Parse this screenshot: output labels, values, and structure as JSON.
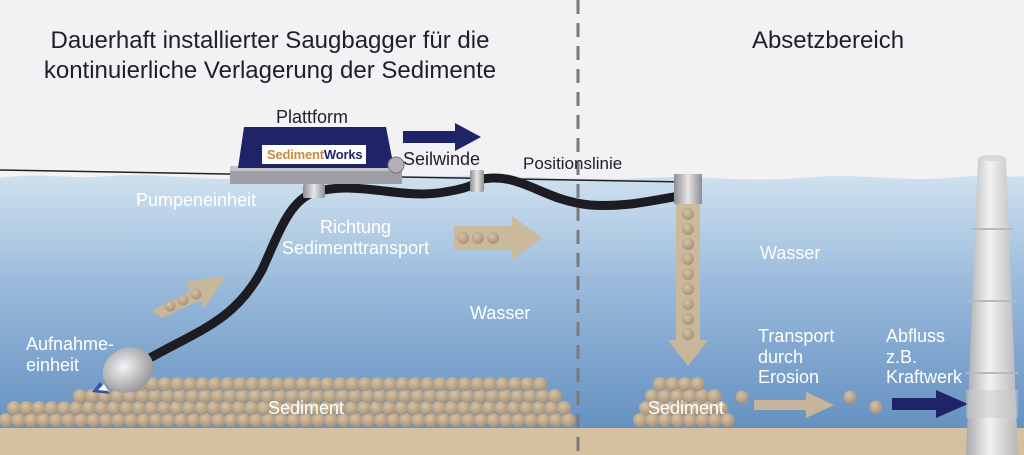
{
  "title_left": "Dauerhaft installierter Saugbagger für die\nkontinuierliche Verlagerung der Sedimente",
  "title_right": "Absetzbereich",
  "labels": {
    "plattform": "Plattform",
    "seilwinde": "Seilwinde",
    "positionslinie": "Positionslinie",
    "pumpeneinheit": "Pumpeneinheit",
    "richtung": "Richtung\nSedimenttransport",
    "wasser_left": "Wasser",
    "wasser_right": "Wasser",
    "aufnahme": "Aufnahme-\neinheit",
    "sediment_left": "Sediment",
    "sediment_right": "Sediment",
    "transport": "Transport\ndurch\nErosion",
    "abfluss": "Abfluss\nz.B.\nKraftwerk"
  },
  "logo": {
    "part1": "Sediment",
    "part2": "Works"
  },
  "colors": {
    "sky": "#f4f1f5",
    "water_top": "#c8dced",
    "water_bottom": "#6f98c6",
    "ground": "#d5c1a0",
    "sediment_ball": "#b4a086",
    "hose": "#1c1c22",
    "platform": "#1f2368",
    "arrow_navy": "#1f2368",
    "arrow_tan": "#cdb796",
    "divider": "#7a7a7a"
  }
}
